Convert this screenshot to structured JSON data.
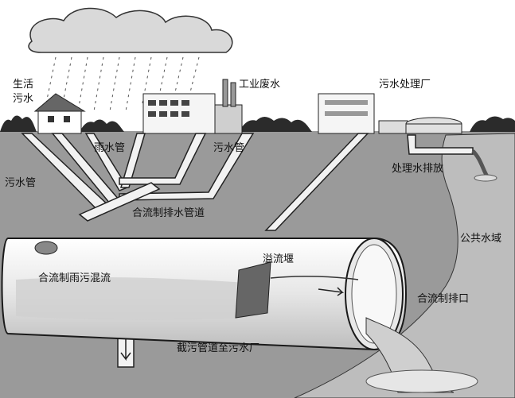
{
  "labels": {
    "domestic_sewage": [
      "生活",
      "污水"
    ],
    "industrial_wastewater": "工业废水",
    "treatment_plant": "污水处理厂",
    "rainwater_pipe": "雨水管",
    "sewage_pipe_right": "污水管",
    "sewage_pipe_left": "污水管",
    "treated_discharge": "处理水排放",
    "combined_drain_pipe": "合流制排水管道",
    "public_water": "公共水域",
    "overflow_weir": "溢流堰",
    "combined_mixed_flow": "合流制雨污混流",
    "combined_outlet": "合流制排口",
    "interceptor_pipe": "截污管道至污水厂"
  },
  "colors": {
    "sky": "#ffffff",
    "ground": "#9a9a9a",
    "water": "#bdbdbd",
    "pipe": "#f2f2f2",
    "outline": "#1a1a1a"
  }
}
